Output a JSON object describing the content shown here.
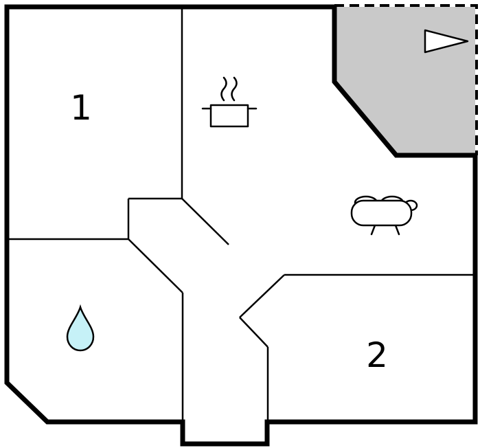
{
  "floorplan": {
    "type": "floor-plan",
    "room_labels": {
      "room1": "1",
      "room2": "2"
    },
    "colors": {
      "background": "#ffffff",
      "wall": "#000000",
      "terrace_fill": "#c9c9c9",
      "water_drop_fill": "#c6f1f7",
      "icon_fill": "#ffffff"
    },
    "icons": {
      "kitchen": "cooking-pot-icon",
      "living_room": "sofa-icon",
      "bathroom": "water-drop-icon",
      "terrace": "arrow-right-icon"
    }
  }
}
